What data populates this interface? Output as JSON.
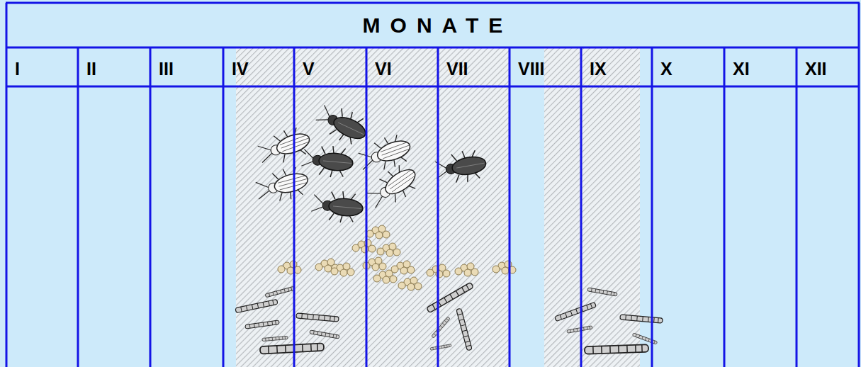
{
  "diagram": {
    "title": "MONATE",
    "nodes": [
      {
        "text": [
          "I"
        ]
      },
      {
        "text": [
          "II"
        ]
      },
      {
        "text": [
          "III"
        ]
      },
      {
        "text": [
          "IV"
        ]
      },
      {
        "text": [
          "V"
        ]
      },
      {
        "text": [
          "VI"
        ]
      },
      {
        "text": [
          "VII"
        ]
      },
      {
        "text": [
          "VIII"
        ]
      },
      {
        "text": [
          "IX"
        ]
      },
      {
        "text": [
          "X"
        ]
      },
      {
        "text": [
          "XI"
        ]
      },
      {
        "text": [
          "XII"
        ]
      }
    ]
  }
}
